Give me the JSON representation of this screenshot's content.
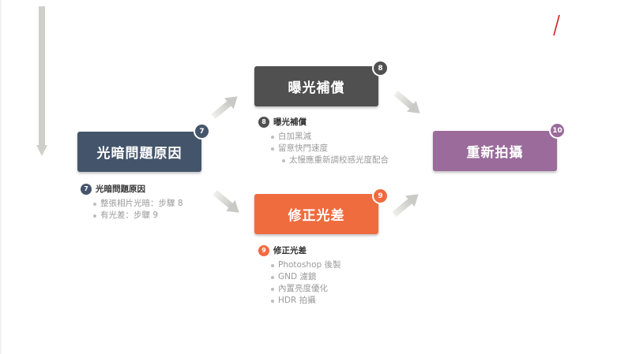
{
  "colors": {
    "cause": "#44556b",
    "exposure": "#505050",
    "correct": "#ef6c3f",
    "retake": "#9a6b9b",
    "arrow": "#d2d2ce",
    "accent_red": "#cc2222"
  },
  "boxes": {
    "cause": {
      "label": "光暗問題原因",
      "badge": "7"
    },
    "exposure": {
      "label": "曝光補償",
      "badge": "8"
    },
    "correct": {
      "label": "修正光差",
      "badge": "9"
    },
    "retake": {
      "label": "重新拍攝",
      "badge": "10"
    }
  },
  "lists": {
    "cause": {
      "badge": "7",
      "title": "光暗問題原因",
      "items": [
        "整張相片光暗：步驟 8",
        "有光差：步驟 9"
      ]
    },
    "exposure": {
      "badge": "8",
      "title": "曝光補償",
      "items": [
        "白加黑減",
        "留意快門速度"
      ],
      "subitems": [
        "太慢應重新調校感光度配合"
      ]
    },
    "correct": {
      "badge": "9",
      "title": "修正光差",
      "items": [
        "Photoshop 後製",
        "GND 濾鏡",
        "內置亮度優化",
        "HDR 拍攝"
      ]
    }
  }
}
